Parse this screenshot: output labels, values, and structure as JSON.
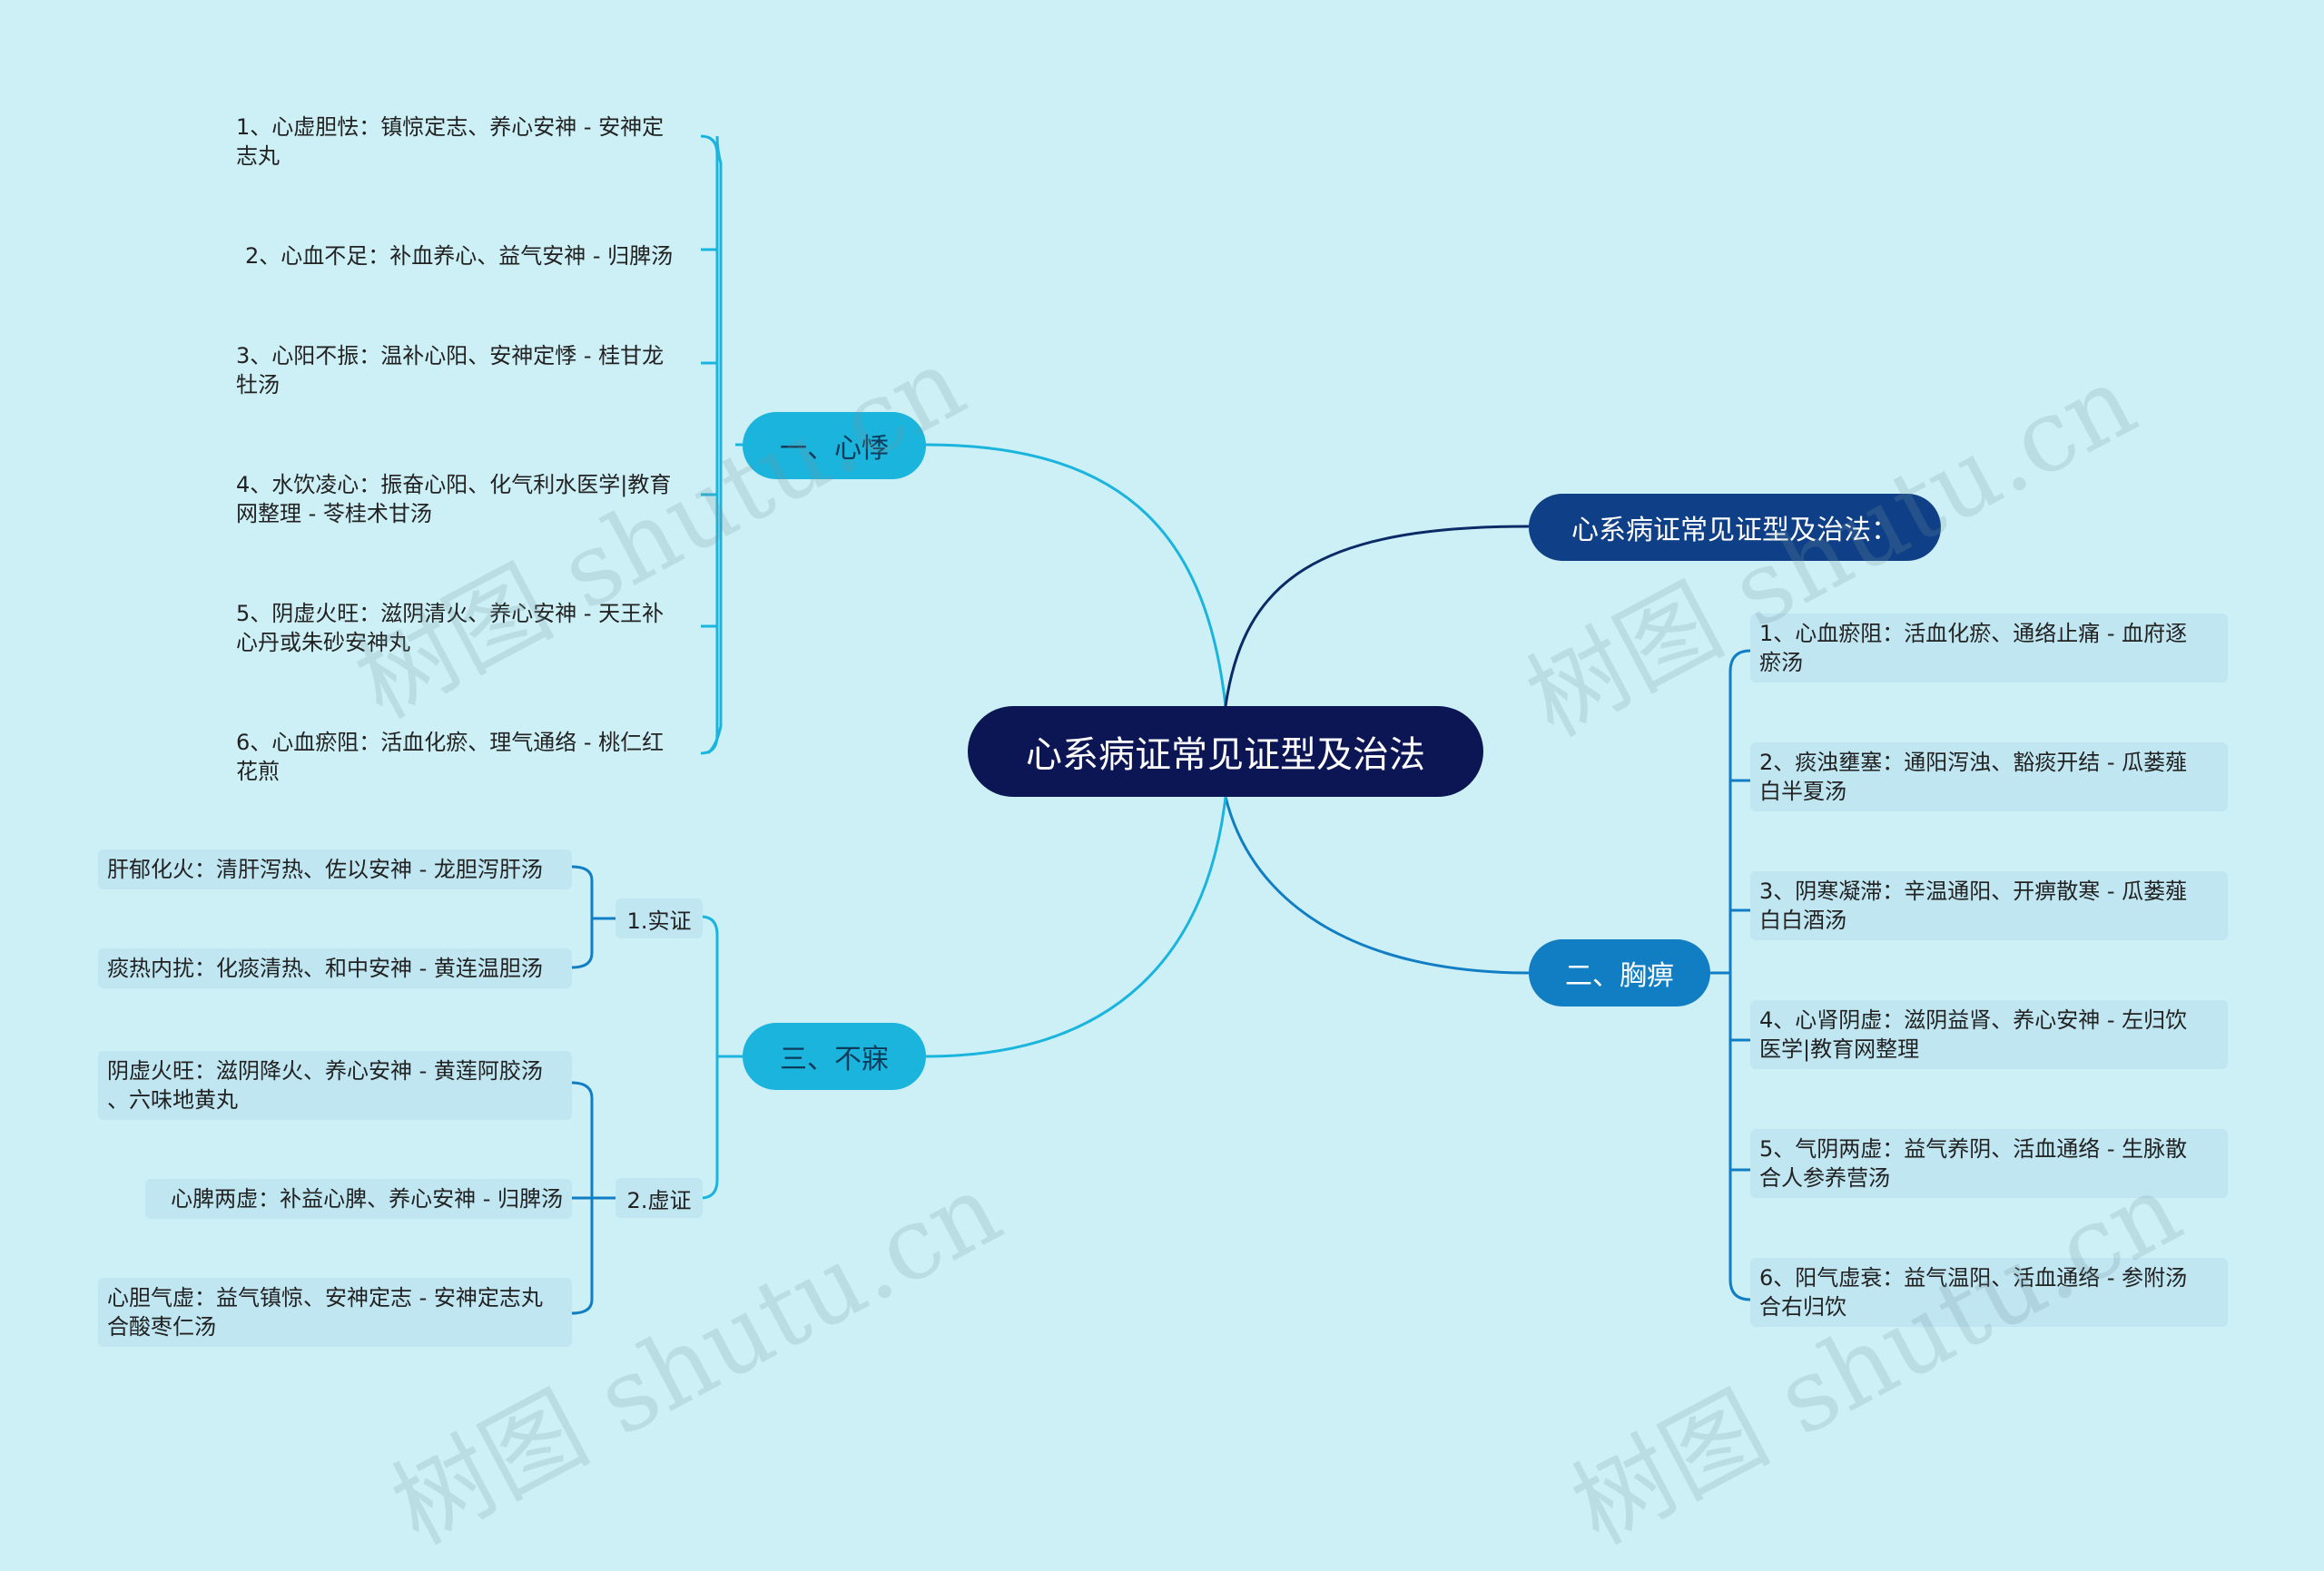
{
  "root": {
    "title": "心系病证常见证型及治法"
  },
  "branch_header": {
    "label": "心系病证常见证型及治法："
  },
  "xinji": {
    "label": "一、心悸",
    "items": [
      "1、心虚胆怯：镇惊定志、养心安神 - 安神定\n志丸",
      "2、心血不足：补血养心、益气安神 - 归脾汤",
      "3、心阳不振：温补心阳、安神定悸 - 桂甘龙\n牡汤",
      "4、水饮凌心：振奋心阳、化气利水医学|教育\n网整理 - 苓桂术甘汤",
      "5、阴虚火旺：滋阴清火、养心安神 - 天王补\n心丹或朱砂安神丸",
      "6、心血瘀阻：活血化瘀、理气通络 - 桃仁红\n花煎"
    ]
  },
  "bumei": {
    "label": "三、不寐",
    "shizheng": {
      "label": "1.实证",
      "items": [
        "肝郁化火：清肝泻热、佐以安神 - 龙胆泻肝汤",
        "痰热内扰：化痰清热、和中安神 - 黄连温胆汤"
      ]
    },
    "xuzheng": {
      "label": "2.虚证",
      "items": [
        "阴虚火旺：滋阴降火、养心安神 - 黄莲阿胶汤\n、六味地黄丸",
        "心脾两虚：补益心脾、养心安神 - 归脾汤",
        "心胆气虚：益气镇惊、安神定志 - 安神定志丸\n合酸枣仁汤"
      ]
    }
  },
  "xiongbi": {
    "label": "二、胸痹",
    "items": [
      "1、心血瘀阻：活血化瘀、通络止痛 - 血府逐\n瘀汤",
      "2、痰浊壅塞：通阳泻浊、豁痰开结 - 瓜蒌薤\n白半夏汤",
      "3、阴寒凝滞：辛温通阳、开痹散寒 - 瓜蒌薤\n白白酒汤",
      "4、心肾阴虚：滋阴益肾、养心安神 - 左归饮\n医学|教育网整理",
      "5、气阴两虚：益气养阴、活血通络 - 生脉散\n合人参养营汤",
      "6、阳气虚衰：益气温阳、活血通络 - 参附汤\n合右归饮"
    ]
  },
  "watermark": {
    "text": "树图 shutu.cn"
  },
  "colors": {
    "background": "#cdf0f7",
    "root": "#0c1654",
    "cyan": "#1ab4dd",
    "navy": "#0f3f86",
    "blue": "#117ec4",
    "leaf_box": "#bfe6f1"
  }
}
